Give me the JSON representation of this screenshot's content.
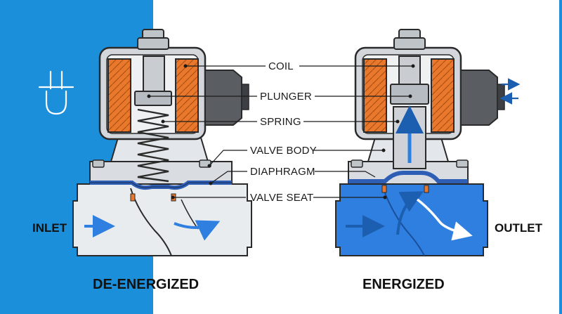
{
  "colors": {
    "panel_blue": "#1c8fdb",
    "coil_orange": "#e9782c",
    "diaphragm_blue": "#2f5fb5",
    "fluid_blue": "#2f7fe0",
    "body_gray": "#e9ecef",
    "outline": "#2a2a2a"
  },
  "icons": {
    "left_panel": "electrical-connector-icon",
    "right_panel": "bidirectional-arrows-icon"
  },
  "labels": {
    "coil": "COIL",
    "plunger": "PLUNGER",
    "spring": "SPRING",
    "valve_body": "VALVE BODY",
    "diaphragm": "DIAPHRAGM",
    "valve_seat": "VALVE SEAT"
  },
  "side_labels": {
    "inlet": "INLET",
    "outlet": "OUTLET"
  },
  "states": {
    "left": "DE-ENERGIZED",
    "right": "ENERGIZED"
  }
}
